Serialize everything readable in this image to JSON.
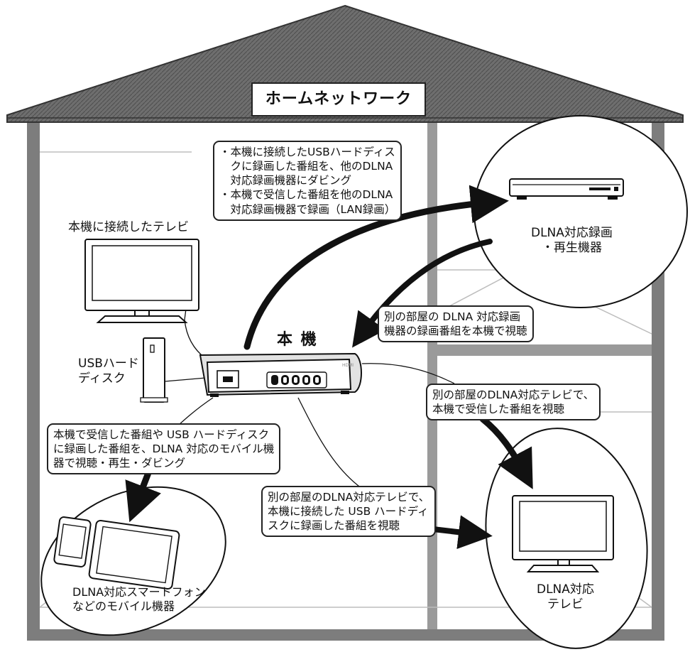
{
  "title": "ホームネットワーク",
  "center_device": "本 機",
  "devices": {
    "tv_connected": "本機に接続したテレビ",
    "usb_hdd": "USBハード\nディスク",
    "dlna_recorder": "DLNA対応録画\n・再生機器",
    "dlna_tv": "DLNA対応\nテレビ",
    "mobile": "DLNA対応スマートフォン\nなどのモバイル機器"
  },
  "callouts": {
    "to_recorder": "・本機に接続したUSBハードディス\n　クに録画した番組を、他のDLNA\n　対応録画機器にダビング\n・本機で受信した番組を他のDLNA\n　対応録画機器で録画（LAN録画）",
    "from_recorder": "別の部屋の DLNA 対応録画\n機器の録画番組を本機で視聴",
    "to_tv_upper": "別の部屋のDLNA対応テレビで、\n本機で受信した番組を視聴",
    "to_tv_lower": "別の部屋のDLNA対応テレビで、\n本機に接続した USB ハードディ\nスクに録画した番組を視聴",
    "to_mobile": "本機で受信した番組や USB ハードディスク\nに録画した番組を、DLNA 対応のモバイル機\n器で視聴・再生・ダビング"
  },
  "device_panel_text": "HDMI"
}
